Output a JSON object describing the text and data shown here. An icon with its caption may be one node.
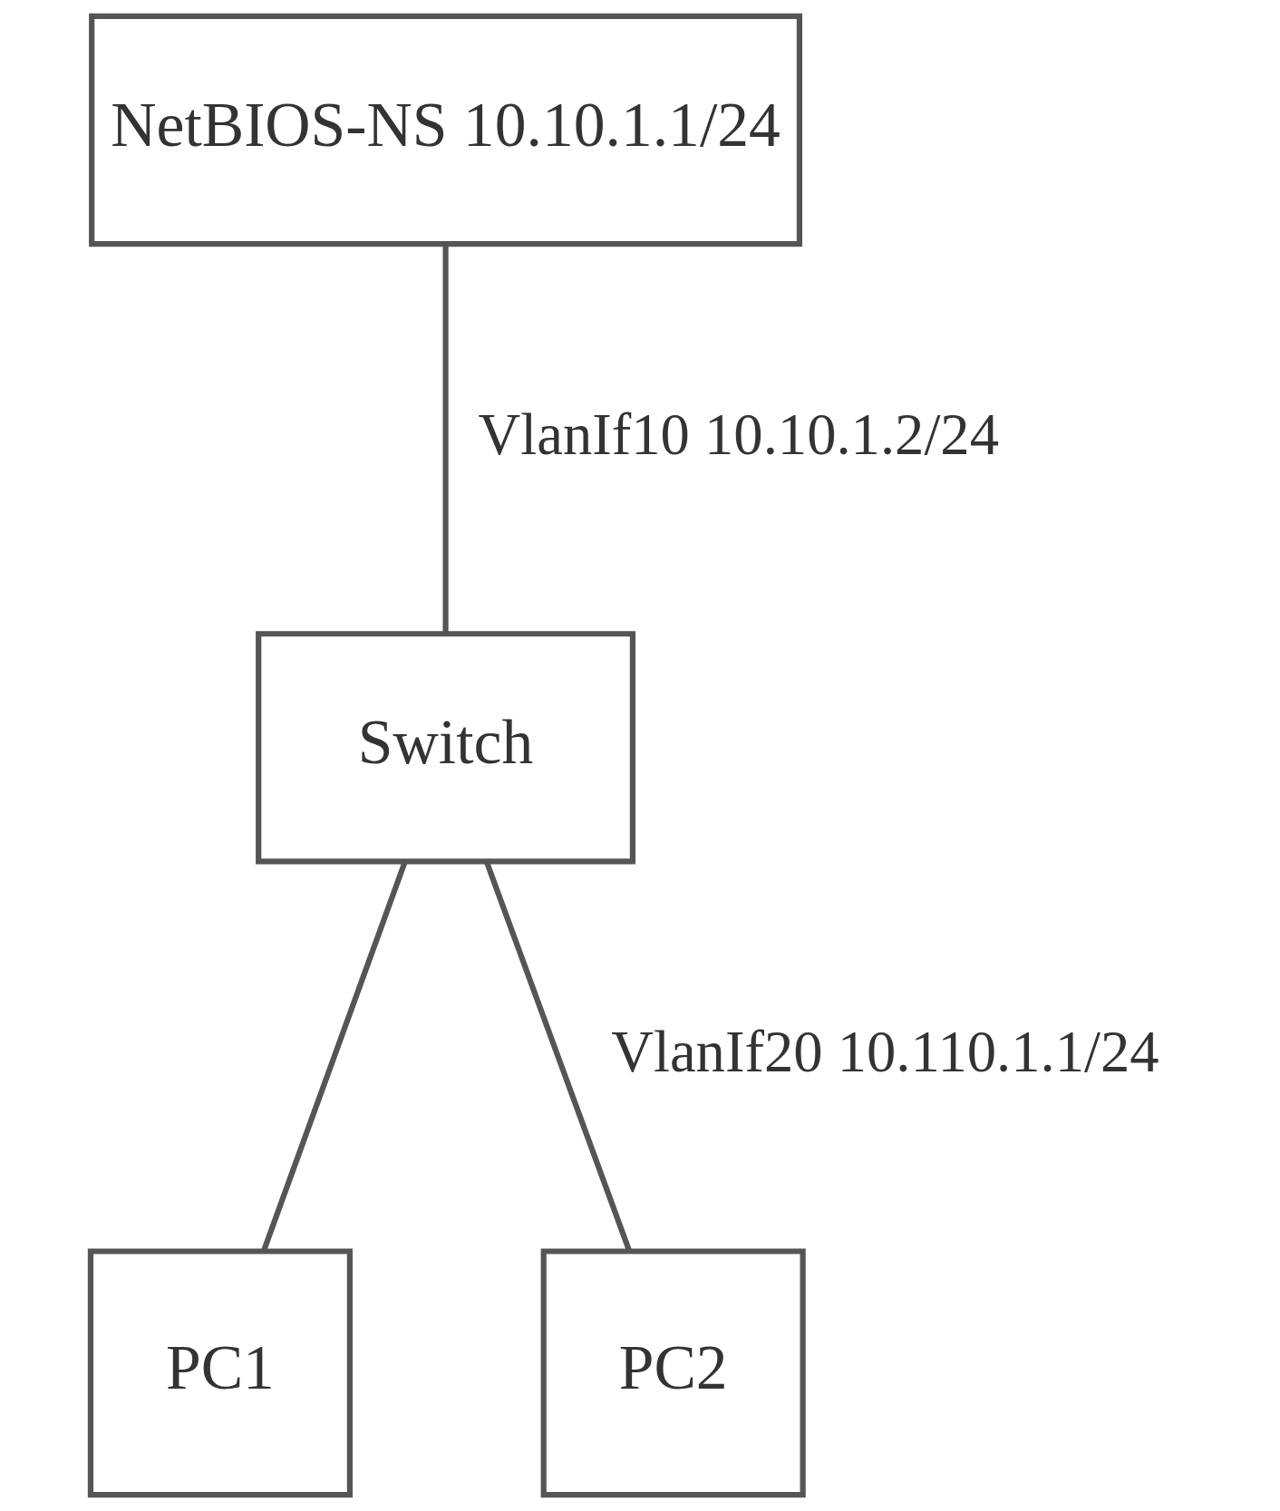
{
  "diagram": {
    "nodes": [
      {
        "text": [
          "NetBIOS-NS 10.10.1.1/24"
        ]
      },
      {
        "text": [
          "Switch"
        ]
      },
      {
        "text": [
          "PC1"
        ]
      },
      {
        "text": [
          "PC2"
        ]
      }
    ],
    "edges": [
      {
        "from": 0,
        "to": 1,
        "arrow": "none",
        "label": "VlanIf10 10.10.1.2/24"
      },
      {
        "from": 1,
        "to": 2,
        "arrow": "none"
      },
      {
        "from": 1,
        "to": 3,
        "arrow": "none",
        "label": "VlanIf20 10.110.1.1/24"
      }
    ]
  }
}
